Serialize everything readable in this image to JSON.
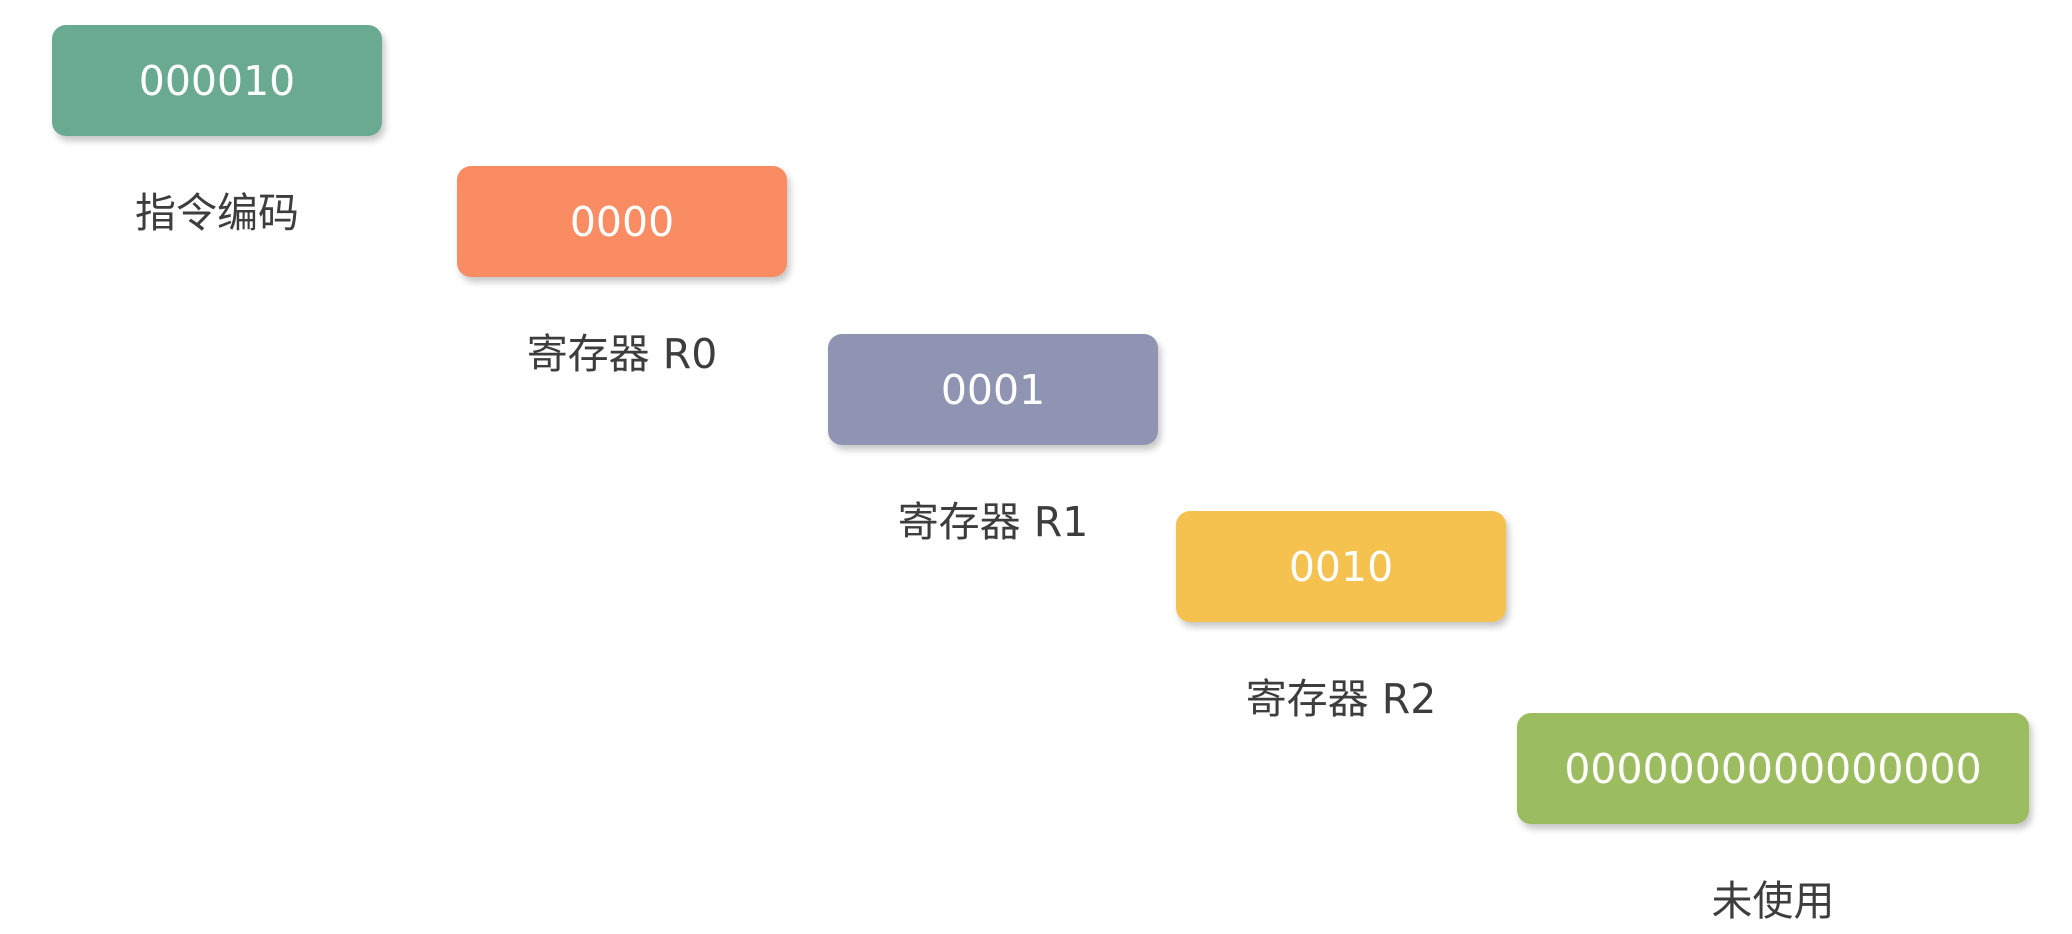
{
  "fields": [
    {
      "id": "opcode",
      "value": "000010",
      "label": "指令编码",
      "color": "#6aaa91"
    },
    {
      "id": "r0",
      "value": "0000",
      "label": "寄存器 R0",
      "color": "#f98c63"
    },
    {
      "id": "r1",
      "value": "0001",
      "label": "寄存器 R1",
      "color": "#8f94b3"
    },
    {
      "id": "r2",
      "value": "0010",
      "label": "寄存器 R2",
      "color": "#f5c24f"
    },
    {
      "id": "unused",
      "value": "0000000000000000",
      "label": "未使用",
      "color": "#9bbd5f"
    }
  ]
}
